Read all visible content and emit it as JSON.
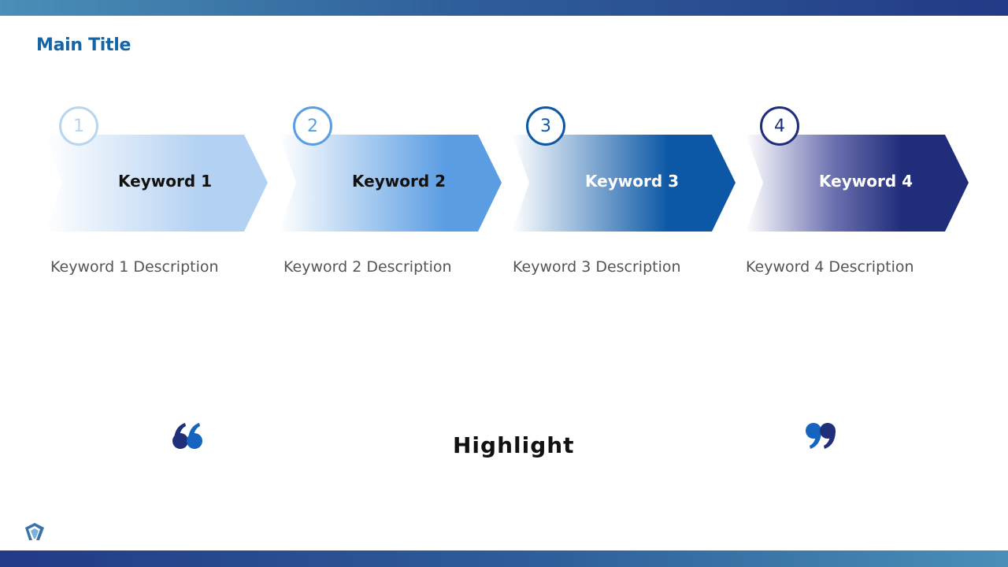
{
  "title": "Main Title",
  "steps": [
    {
      "number": "1",
      "keyword": "Keyword 1",
      "description": "Keyword 1 Description",
      "fill_color": "#b3d1f2",
      "circle_color": "#b8d6ef",
      "text_color": "#111111"
    },
    {
      "number": "2",
      "keyword": "Keyword 2",
      "description": "Keyword 2 Description",
      "fill_color": "#5a9de3",
      "circle_color": "#5a9de3",
      "text_color": "#111111"
    },
    {
      "number": "3",
      "keyword": "Keyword 3",
      "description": "Keyword 3 Description",
      "fill_color": "#0c58a6",
      "circle_color": "#0c58a6",
      "text_color": "#ffffff"
    },
    {
      "number": "4",
      "keyword": "Keyword 4",
      "description": "Keyword 4 Description",
      "fill_color": "#202d7b",
      "circle_color": "#202d7b",
      "text_color": "#ffffff"
    }
  ],
  "highlight": "Highlight",
  "colors": {
    "band_dark": "#233a86",
    "band_light": "#4a8fb8",
    "title": "#1565a6",
    "quote_dark": "#1f2f7a",
    "quote_light": "#1565c0"
  }
}
